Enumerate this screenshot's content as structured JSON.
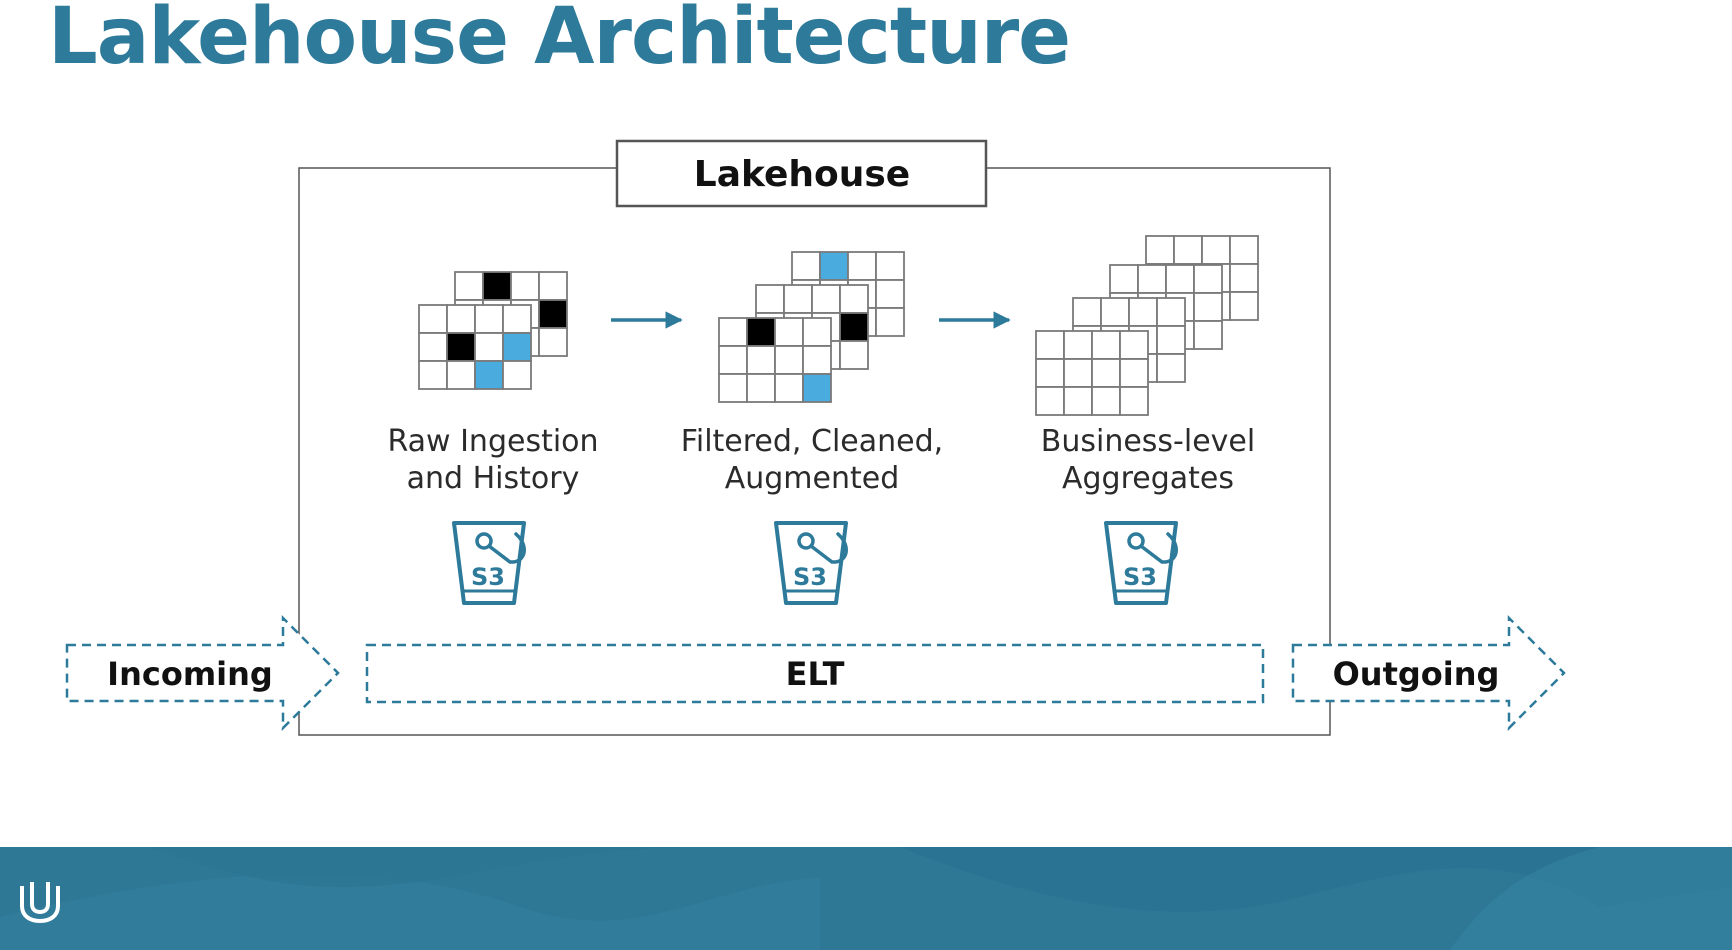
{
  "title": "Lakehouse Architecture",
  "lakehouse": {
    "label": "Lakehouse"
  },
  "stages": [
    {
      "line1": "Raw Ingestion",
      "line2": "and History",
      "bucket_label": "S3"
    },
    {
      "line1": "Filtered, Cleaned,",
      "line2": "Augmented",
      "bucket_label": "S3"
    },
    {
      "line1": "Business-level",
      "line2": "Aggregates",
      "bucket_label": "S3"
    }
  ],
  "flow": {
    "incoming": "Incoming",
    "elt": "ELT",
    "outgoing": "Outgoing"
  },
  "colors": {
    "accent": "#2d7a9a",
    "highlight": "#4aabdf",
    "footer": "#2e7896",
    "grid_stroke": "#7a7a7a"
  },
  "footer": {
    "logo_icon": "udacity-logo-icon"
  }
}
